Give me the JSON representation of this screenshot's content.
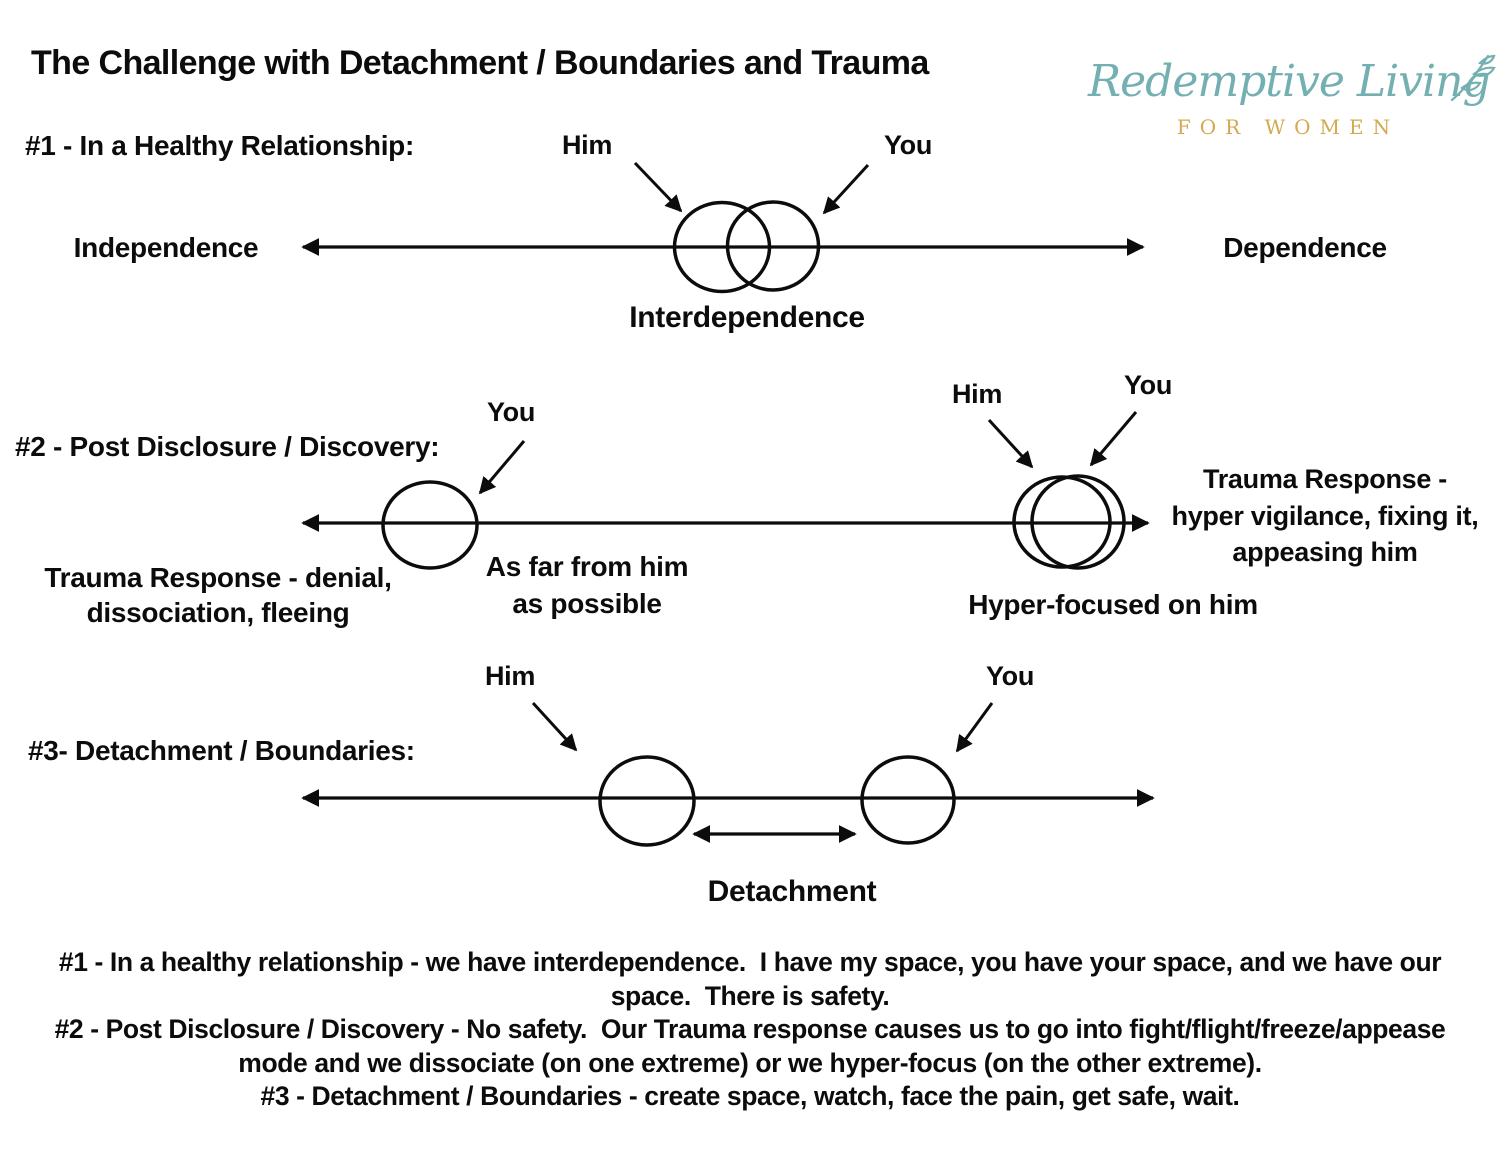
{
  "title": "The Challenge with Detachment / Boundaries and Trauma",
  "logo": {
    "brand": "Redemptive Living",
    "tagline": "FOR WOMEN",
    "brand_color": "#74b0b2",
    "tagline_color": "#d2ab50"
  },
  "section1": {
    "header": "#1 - In a Healthy Relationship:",
    "him_label": "Him",
    "you_label": "You",
    "left_label": "Independence",
    "right_label": "Dependence",
    "center_label": "Interdependence"
  },
  "section2": {
    "header": "#2 - Post Disclosure / Discovery:",
    "you_left_label": "You",
    "him_label": "Him",
    "you_right_label": "You",
    "left_caption_line1": "Trauma Response - denial,",
    "left_caption_line2": "dissociation, fleeing",
    "mid_caption_line1": "As far from him",
    "mid_caption_line2": "as possible",
    "right_caption_line1": "Trauma Response -",
    "right_caption_line2": "hyper vigilance, fixing it,",
    "right_caption_line3": "appeasing him",
    "bottom_caption": "Hyper-focused on him"
  },
  "section3": {
    "header": "#3- Detachment / Boundaries:",
    "him_label": "Him",
    "you_label": "You",
    "center_label": "Detachment"
  },
  "footer": {
    "p1_line1": "#1 - In a healthy relationship - we have interdependence.  I have my space, you have your space, and we have our",
    "p1_line2": "space.  There is safety.",
    "p2_line1": "#2 - Post Disclosure / Discovery - No safety.  Our Trauma response causes us to go into fight/flight/freeze/appease",
    "p2_line2": "mode and we dissociate (on one extreme) or we hyper-focus (on the other extreme).",
    "p3": "#3 - Detachment / Boundaries - create space, watch, face the pain, get safe, wait."
  }
}
